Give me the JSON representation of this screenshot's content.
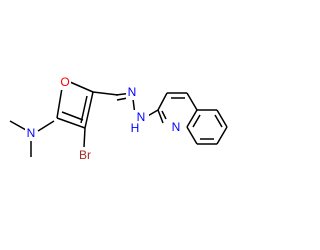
{
  "molecule": {
    "atoms": [
      {
        "id": "O",
        "label": "O",
        "color": "#ff0000"
      },
      {
        "id": "Br",
        "label": "Br",
        "color": "#a52a2a"
      },
      {
        "id": "N_amine",
        "label": "N",
        "color": "#0000ff"
      },
      {
        "id": "N_imine",
        "label": "N",
        "color": "#0000ff"
      },
      {
        "id": "NH",
        "label": "N",
        "color": "#0000ff"
      },
      {
        "id": "NH_H",
        "label": "H",
        "color": "#0000ff"
      },
      {
        "id": "N_quinoline",
        "label": "N",
        "color": "#0000ff"
      }
    ],
    "bond_color": "#000000"
  }
}
